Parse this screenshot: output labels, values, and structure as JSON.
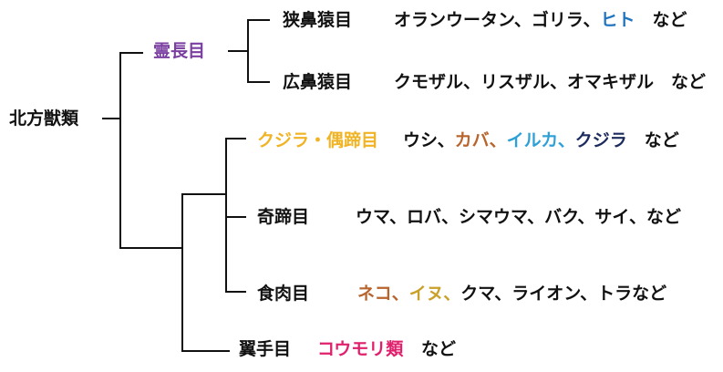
{
  "root": {
    "label": "北方獣類"
  },
  "primates": {
    "label": "霊長目",
    "color": "#7a3fa0",
    "children": [
      {
        "label": "狭鼻猿目",
        "examples": [
          {
            "text": "オランウータン、ゴリラ、",
            "color": "#111111"
          },
          {
            "text": "ヒト",
            "color": "#1f74c0"
          },
          {
            "text": "　など",
            "color": "#111111"
          }
        ]
      },
      {
        "label": "広鼻猿目",
        "examples": [
          {
            "text": "クモザル、リスザル、オマキザル　など",
            "color": "#111111"
          }
        ]
      }
    ]
  },
  "laurasia": [
    {
      "label": "クジラ・偶蹄目",
      "color": "#f0b323",
      "examples": [
        {
          "text": "ウシ、",
          "color": "#111111"
        },
        {
          "text": "カバ、",
          "color": "#b8642c"
        },
        {
          "text": "イルカ、",
          "color": "#2ea0d8"
        },
        {
          "text": "クジラ",
          "color": "#1c2b5e"
        },
        {
          "text": "　など",
          "color": "#111111"
        }
      ]
    },
    {
      "label": "奇蹄目",
      "color": "#111111",
      "examples": [
        {
          "text": "ウマ、ロバ、シマウマ、バク、サイ、など",
          "color": "#111111"
        }
      ]
    },
    {
      "label": "食肉目",
      "color": "#111111",
      "examples": [
        {
          "text": "ネコ、",
          "color": "#b8642c"
        },
        {
          "text": "イヌ、",
          "color": "#c8a02a"
        },
        {
          "text": "クマ、ライオン、トラなど",
          "color": "#111111"
        }
      ]
    }
  ],
  "chiroptera": {
    "label": "翼手目",
    "example": "コウモリ類",
    "example_color": "#e0206c",
    "suffix": "など"
  }
}
